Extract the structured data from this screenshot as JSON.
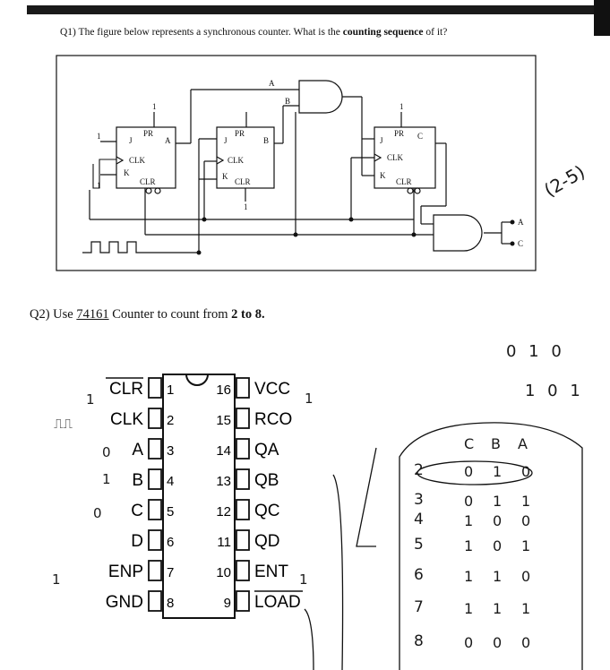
{
  "q1": {
    "prefix": "Q1) The figure below represents a synchronous counter. What is the ",
    "bold": "counting sequence",
    "suffix": " of it?"
  },
  "circuit": {
    "ff1": {
      "pr": "PR",
      "j": "J",
      "k": "K",
      "clk": "CLK",
      "clr": "CLR",
      "out": "A"
    },
    "ff2": {
      "pr": "PR",
      "j": "J",
      "k": "K",
      "clk": "CLK",
      "clr": "CLR",
      "out": "B"
    },
    "ff3": {
      "pr": "PR",
      "j": "J",
      "k": "K",
      "clk": "CLK",
      "clr": "CLR",
      "out": "C"
    },
    "wire_a": "A",
    "wire_b": "B",
    "out_a": "A",
    "out_c": "C",
    "one": "1"
  },
  "q2": {
    "prefix": "Q2) Use ",
    "chip": "74161",
    "middle": " Counter to count from ",
    "range": "2 to 8."
  },
  "ic": {
    "left_pins": [
      {
        "num": "1",
        "label": "CLR"
      },
      {
        "num": "2",
        "label": "CLK"
      },
      {
        "num": "3",
        "label": "A"
      },
      {
        "num": "4",
        "label": "B"
      },
      {
        "num": "5",
        "label": "C"
      },
      {
        "num": "6",
        "label": "D"
      },
      {
        "num": "7",
        "label": "ENP"
      },
      {
        "num": "8",
        "label": "GND"
      }
    ],
    "right_pins": [
      {
        "num": "16",
        "label": "VCC"
      },
      {
        "num": "15",
        "label": "RCO"
      },
      {
        "num": "14",
        "label": "QA"
      },
      {
        "num": "13",
        "label": "QB"
      },
      {
        "num": "12",
        "label": "QC"
      },
      {
        "num": "11",
        "label": "QD"
      },
      {
        "num": "10",
        "label": "ENT"
      },
      {
        "num": "9",
        "label": "LOAD"
      }
    ]
  },
  "handwriting": {
    "range_note": "(2-5)",
    "top_bits": "0 1 0",
    "second_bits": "1 0 1",
    "header": [
      "C",
      "B",
      "A"
    ],
    "rows": [
      {
        "n": "2",
        "bits": [
          "0",
          "1",
          "0"
        ]
      },
      {
        "n": "3",
        "bits": [
          "0",
          "1",
          "1"
        ]
      },
      {
        "n": "4",
        "bits": [
          "1",
          "0",
          "0"
        ]
      },
      {
        "n": "5",
        "bits": [
          "1",
          "0",
          "1"
        ]
      },
      {
        "n": "6",
        "bits": [
          "1",
          "1",
          "0"
        ]
      },
      {
        "n": "7",
        "bits": [
          "1",
          "1",
          "1"
        ]
      },
      {
        "n": "8",
        "bits": [
          "0",
          "0",
          "0"
        ]
      }
    ],
    "clr_marks": {
      "CLR": "1",
      "CLK": "⎍⎍",
      "A": "0",
      "B": "1",
      "C": "0",
      "ENP": "1",
      "VCC": "1",
      "ENT": "1"
    }
  }
}
